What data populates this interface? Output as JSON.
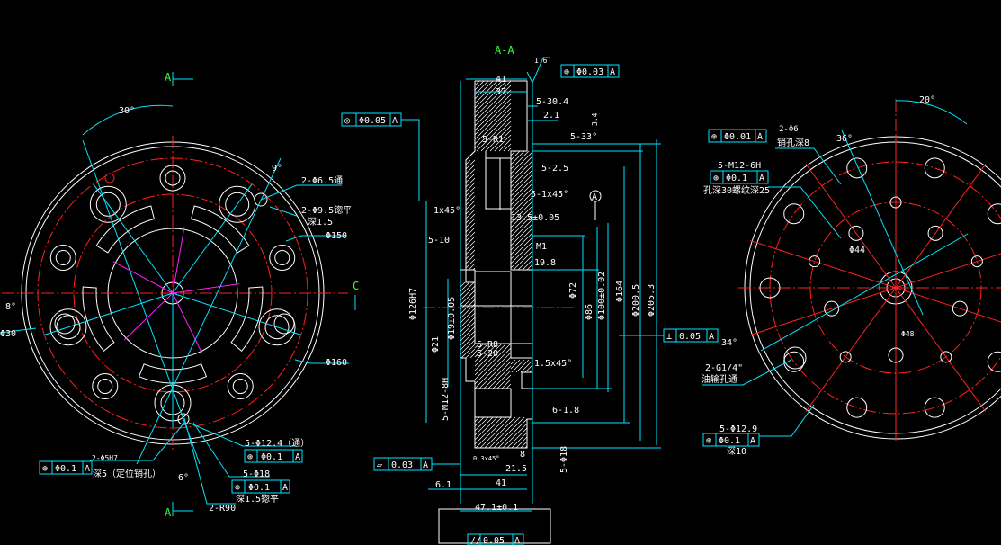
{
  "section_label": "A-A",
  "cut_marks": {
    "top": "A",
    "bottom": "A",
    "side": "C"
  },
  "left_view": {
    "angle_30": "30°",
    "angle_9": "9°",
    "angle_8": "8°",
    "angle_6": "6°",
    "holes_65": "2-Φ6.5通",
    "holes_95": "2-Φ9.5锪平",
    "depth_1": "深1.5",
    "dia_150": "Φ150",
    "dia_160": "Φ160",
    "dia_30": "Φ30",
    "r90": "2-R90",
    "dowel": "2-Φ5H7",
    "dowel_depth": "深5（定位销孔）",
    "holes_124": "5-Φ12.4（通）",
    "holes_18": "5-Φ18",
    "depth_2": "深1.5锪平",
    "fcf_dowel_sym": "⊕",
    "fcf_dowel_val": "Φ0.1",
    "fcf_dowel_ref": "A",
    "fcf_124_sym": "⊕",
    "fcf_124_val": "Φ0.1",
    "fcf_124_ref": "A",
    "fcf_18_sym": "⊕",
    "fcf_18_val": "Φ0.1",
    "fcf_18_ref": "A"
  },
  "section_view": {
    "dim_41_top": "41",
    "dim_37": "37",
    "dim_30": "5-30.4",
    "dim_21": "2.1",
    "dim_33": "5-33°",
    "dim_34": "3.4",
    "dim_r1": "5-R1",
    "dim_25": "5-2.5",
    "dim_1x45": "5-1x45°",
    "dim_1x45b": "1x45°",
    "dim_135": "13.5±0.05",
    "dim_510": "5-10",
    "dim_m1": "M1",
    "dim_198": "19.8",
    "dim_72": "Φ72",
    "dim_86": "Φ86",
    "dim_100": "Φ100±0.02",
    "dim_164": "Φ164",
    "dim_200": "Φ200.5",
    "dim_205": "Φ205.3",
    "dim_126": "Φ126H7",
    "dim_19": "Φ19±0.05",
    "dim_21b": "Φ21",
    "dim_58a": "5-R8",
    "dim_58b": "5-20",
    "dim_15x45": "1.5x45°",
    "dim_68": "6-1.8",
    "dim_8": "8",
    "dim_03x45": "0.3x45°",
    "dim_215": "21.5",
    "dim_41_bot": "41",
    "dim_61": "6.1",
    "dim_471": "47.1±0.1",
    "dim_18": "5-Φ18",
    "dim_m12": "5-M12-8H",
    "roughness": "1.6",
    "datum_a": "A",
    "fcf_top_sym": "⊕",
    "fcf_top_val": "Φ0.03",
    "fcf_top_ref": "A",
    "fcf_left_sym": "◎",
    "fcf_left_val": "Φ0.05",
    "fcf_left_ref": "A",
    "fcf_perp_sym": "⊥",
    "fcf_perp_val": "0.05",
    "fcf_perp_ref": "A",
    "fcf_flat_sym": "▱",
    "fcf_flat_val": "0.03",
    "fcf_flat_ref": "A",
    "fcf_bot_sym": "//",
    "fcf_bot_val": "0.05",
    "fcf_bot_ref": "A"
  },
  "right_view": {
    "angle_20": "20°",
    "angle_36": "36°",
    "angle_34": "34°",
    "holes_6": "2-Φ6",
    "pin_hole": "销孔深8",
    "m12": "5-M12-6H",
    "thread_depth": "孔深30螺纹深25",
    "dia_44": "Φ44",
    "dia_48": "Φ48",
    "g14": "2-G1/4\"",
    "oil": "油输孔通",
    "holes_129": "5-Φ12.9",
    "depth_10": "深10",
    "fcf_pin_sym": "⊕",
    "fcf_pin_val": "Φ0.01",
    "fcf_pin_ref": "A",
    "fcf_m12_sym": "⊕",
    "fcf_m12_val": "Φ0.1",
    "fcf_m12_ref": "A",
    "fcf_129_sym": "⊕",
    "fcf_129_val": "Φ0.1",
    "fcf_129_ref": "A"
  },
  "colors": {
    "outline": "#ffffff",
    "center": "#ff2020",
    "dimension": "#00e5ff",
    "label": "#36ff3a",
    "hidden": "#ff20ff"
  }
}
